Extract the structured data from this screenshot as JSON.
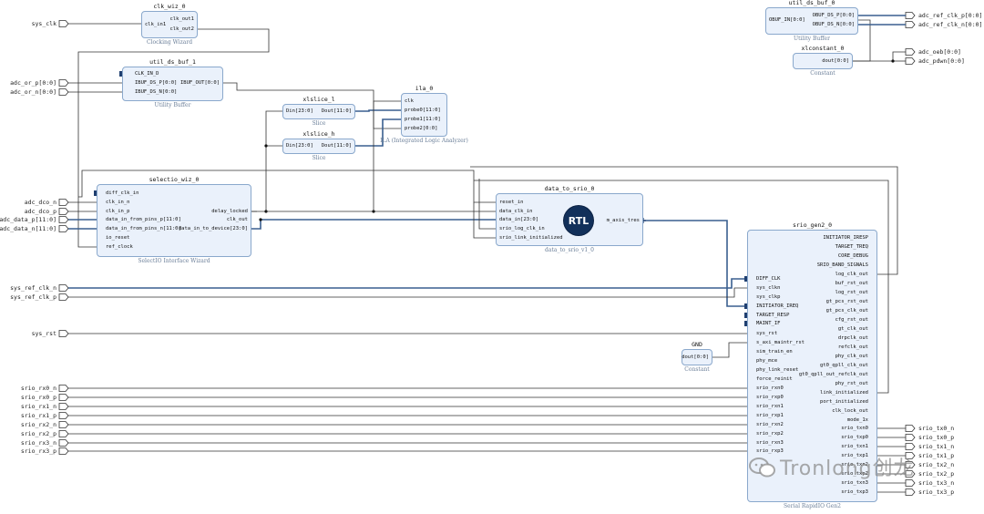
{
  "left_ports": [
    {
      "label": "sys_clk"
    },
    {
      "label": "adc_or_p[0:0]"
    },
    {
      "label": "adc_or_n[0:0]"
    },
    {
      "label": "adc_dco_n"
    },
    {
      "label": "adc_dco_p"
    },
    {
      "label": "adc_data_p[11:0]"
    },
    {
      "label": "adc_data_n[11:0]"
    },
    {
      "label": "sys_ref_clk_n"
    },
    {
      "label": "sys_ref_clk_p"
    },
    {
      "label": "sys_rst"
    },
    {
      "label": "srio_rx0_n"
    },
    {
      "label": "srio_rx0_p"
    },
    {
      "label": "srio_rx1_n"
    },
    {
      "label": "srio_rx1_p"
    },
    {
      "label": "srio_rx2_n"
    },
    {
      "label": "srio_rx2_p"
    },
    {
      "label": "srio_rx3_n"
    },
    {
      "label": "srio_rx3_p"
    }
  ],
  "right_ports": [
    {
      "label": "adc_ref_clk_p[0:0]"
    },
    {
      "label": "adc_ref_clk_n[0:0]"
    },
    {
      "label": "adc_oeb[0:0]"
    },
    {
      "label": "adc_pdwn[0:0]"
    },
    {
      "label": "srio_tx0_n"
    },
    {
      "label": "srio_tx0_p"
    },
    {
      "label": "srio_tx1_n"
    },
    {
      "label": "srio_tx1_p"
    },
    {
      "label": "srio_tx2_n"
    },
    {
      "label": "srio_tx2_p"
    },
    {
      "label": "srio_tx3_n"
    },
    {
      "label": "srio_tx3_p"
    }
  ],
  "blocks": {
    "clk_wiz": {
      "name": "clk_wiz_0",
      "type": "Clocking Wizard",
      "in_pins": [
        "clk_in1"
      ],
      "out_pins": [
        "clk_out1",
        "clk_out2"
      ]
    },
    "ds_buf_1": {
      "name": "util_ds_buf_1",
      "type": "Utility Buffer",
      "in_pins": [
        "CLK_IN_D",
        "IBUF_DS_P[0:0]",
        "IBUF_DS_N[0:0]"
      ],
      "out_pins": [
        "IBUF_OUT[0:0]"
      ]
    },
    "ds_buf_0": {
      "name": "util_ds_buf_0",
      "type": "Utility Buffer",
      "in_pins": [
        "OBUF_IN[0:0]"
      ],
      "out_pins": [
        "OBUF_DS_P[0:0]",
        "OBUF_DS_N[0:0]"
      ]
    },
    "xlconstant": {
      "name": "xlconstant_0",
      "type": "Constant",
      "out_pins": [
        "dout[0:0]"
      ]
    },
    "xlslice_l": {
      "name": "xlslice_l",
      "type": "Slice",
      "in_pins": [
        "Din[23:0]"
      ],
      "out_pins": [
        "Dout[11:0]"
      ]
    },
    "xlslice_h": {
      "name": "xlslice_h",
      "type": "Slice",
      "in_pins": [
        "Din[23:0]"
      ],
      "out_pins": [
        "Dout[11:0]"
      ]
    },
    "ila": {
      "name": "ila_0",
      "type": "ILA (Integrated Logic Analyzer)",
      "in_pins": [
        "clk",
        "probe0[11:0]",
        "probe1[11:0]",
        "probe2[0:0]"
      ]
    },
    "selectio": {
      "name": "selectio_wiz_0",
      "type": "SelectIO Interface Wizard",
      "in_pins": [
        "diff_clk_in",
        "clk_in_n",
        "clk_in_p",
        "data_in_from_pins_p[11:0]",
        "data_in_from_pins_n[11:0]",
        "io_reset",
        "ref_clock"
      ],
      "out_pins": [
        "delay_locked",
        "clk_out",
        "data_in_to_device[23:0]"
      ]
    },
    "data_to_srio": {
      "name": "data_to_srio_0",
      "type": "data_to_srio_v1_0",
      "in_pins": [
        "reset_in",
        "data_clk_in",
        "data_in[23:0]",
        "srio_log_clk_in",
        "srio_link_initialized"
      ],
      "out_pins": [
        "m_axis_tres"
      ],
      "badge": "RTL"
    },
    "gnd": {
      "name": "GND",
      "type": "Constant",
      "out_pins": [
        "dout[0:0]"
      ]
    },
    "srio_gen2": {
      "name": "srio_gen2_0",
      "type": "Serial RapidIO Gen2",
      "in_pins": [
        "DIFF_CLK",
        "sys_clkn",
        "sys_clkp",
        "INITIATOR_IREQ",
        "TARGET_RESP",
        "MAINT_IF",
        "sys_rst",
        "s_axi_maintr_rst",
        "sim_train_en",
        "phy_mce",
        "phy_link_reset",
        "force_reinit",
        "srio_rxn0",
        "srio_rxp0",
        "srio_rxn1",
        "srio_rxp1",
        "srio_rxn2",
        "srio_rxp2",
        "srio_rxn3",
        "srio_rxp3"
      ],
      "out_pins": [
        "INITIATOR_IRESP",
        "TARGET_TREQ",
        "CORE_DEBUG",
        "SRIO_BAND_SIGNALS",
        "log_clk_out",
        "buf_rst_out",
        "log_rst_out",
        "gt_pcs_rst_out",
        "gt_pcs_clk_out",
        "cfg_rst_out",
        "gt_clk_out",
        "drpclk_out",
        "refclk_out",
        "phy_clk_out",
        "gt0_qpll_clk_out",
        "gt0_qpll_out_refclk_out",
        "phy_rst_out",
        "link_initialized",
        "port_initialized",
        "clk_lock_out",
        "mode_1x",
        "srio_txn0",
        "srio_txp0",
        "srio_txn1",
        "srio_txp1",
        "srio_txn2",
        "srio_txp2",
        "srio_txn3",
        "srio_txp3"
      ]
    }
  },
  "watermark": "Tronlong创龙"
}
